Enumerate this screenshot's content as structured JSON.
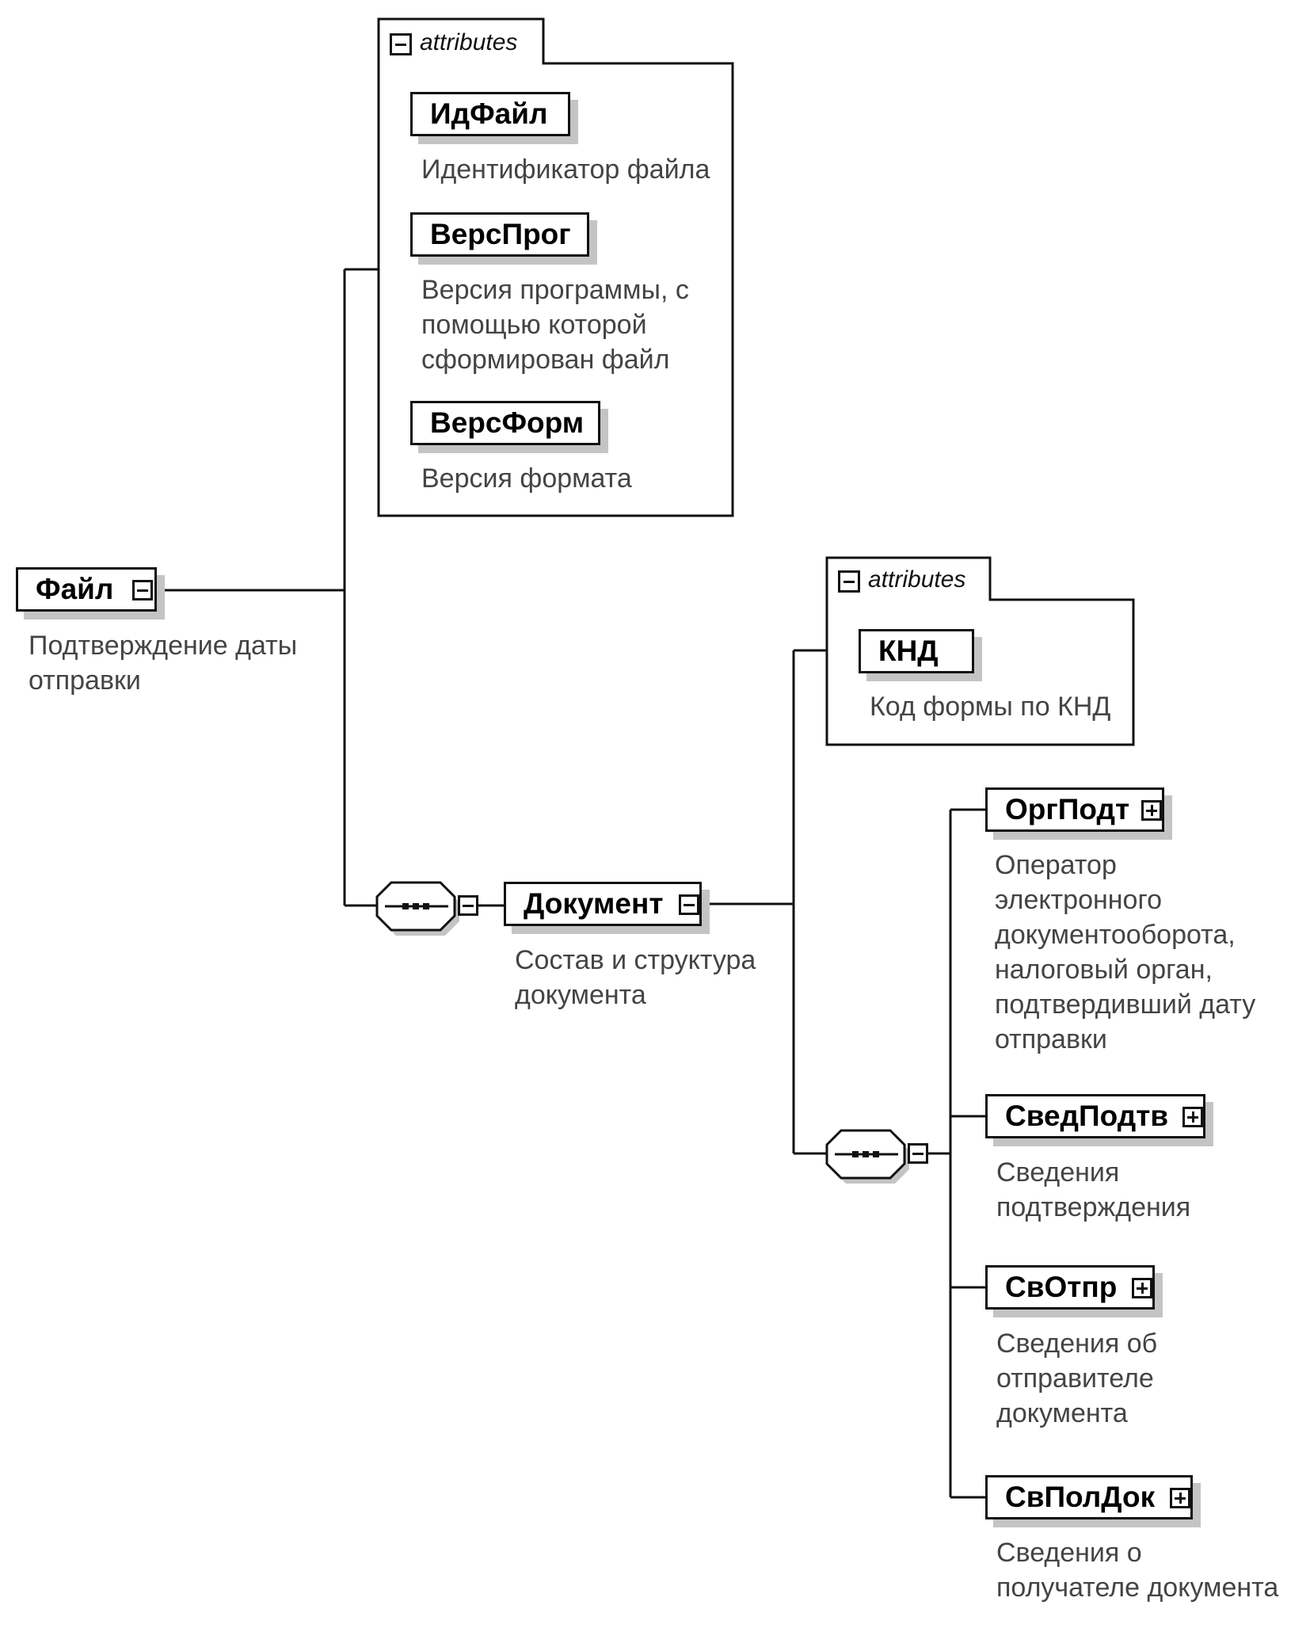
{
  "diagram": {
    "root": {
      "name": "Файл",
      "description_lines": [
        "Подтверждение даты",
        "отправки"
      ]
    },
    "file_attributes": {
      "tab_label": "attributes",
      "items": [
        {
          "name": "ИдФайл",
          "description_lines": [
            "Идентификатор файла"
          ]
        },
        {
          "name": "ВерсПрог",
          "description_lines": [
            "Версия программы, с",
            "помощью которой",
            "сформирован файл"
          ]
        },
        {
          "name": "ВерсФорм",
          "description_lines": [
            "Версия формата"
          ]
        }
      ]
    },
    "document": {
      "name": "Документ",
      "description_lines": [
        "Состав и структура",
        "документа"
      ]
    },
    "document_attributes": {
      "tab_label": "attributes",
      "items": [
        {
          "name": "КНД",
          "description_lines": [
            "Код формы по КНД"
          ]
        }
      ]
    },
    "document_children": [
      {
        "name": "ОргПодт",
        "description_lines": [
          "Оператор",
          "электронного",
          "документооборота,",
          "налоговый орган,",
          "подтвердивший  дату",
          "отправки"
        ]
      },
      {
        "name": "СведПодтв",
        "description_lines": [
          "Сведения",
          "подтверждения"
        ]
      },
      {
        "name": "СвОтпр",
        "description_lines": [
          "Сведения об",
          "отправителе",
          "документа"
        ]
      },
      {
        "name": "СвПолДок",
        "description_lines": [
          "Сведения о",
          "получателе документа"
        ]
      }
    ]
  }
}
